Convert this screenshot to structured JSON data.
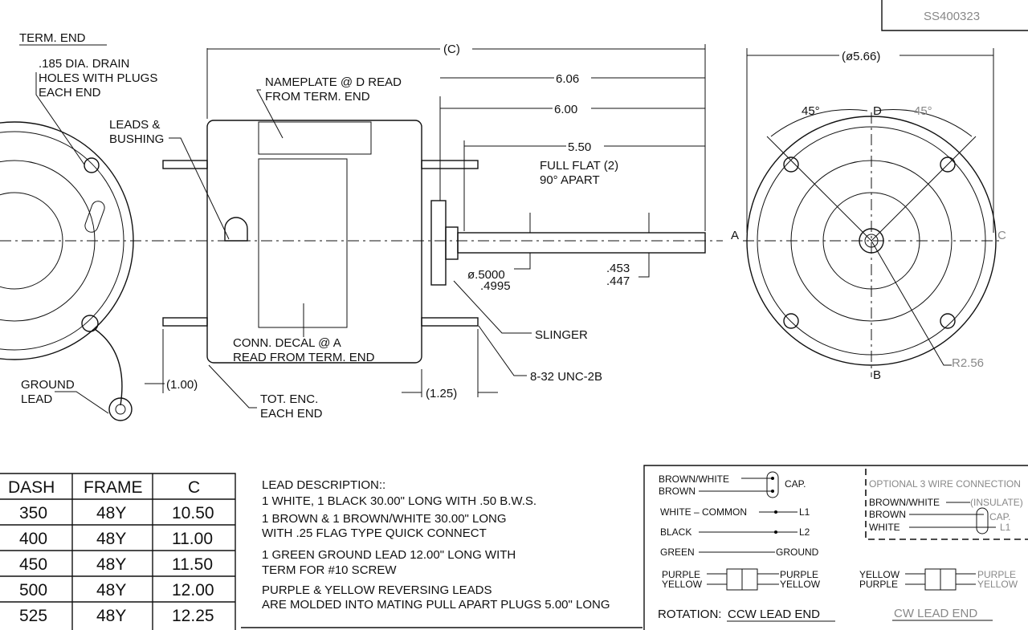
{
  "title_block": {
    "drawing_number": "SS400323"
  },
  "labels": {
    "term_end": "TERM. END",
    "drain_holes": [
      ".185 DIA. DRAIN",
      "HOLES WITH PLUGS",
      "EACH END"
    ],
    "leads_bushing": [
      "LEADS &",
      "BUSHING"
    ],
    "nameplate": [
      "NAMEPLATE @ D READ",
      "FROM TERM. END"
    ],
    "conn_decal": [
      "CONN. DECAL @ A",
      "READ FROM TERM. END"
    ],
    "full_flat": [
      "FULL FLAT (2)",
      "90° APART"
    ],
    "slinger": "SLINGER",
    "thread": "8-32 UNC-2B",
    "ground_lead": [
      "GROUND",
      "LEAD"
    ],
    "tot_enc": [
      "TOT. ENC.",
      "EACH END"
    ]
  },
  "dimensions": {
    "c": "(C)",
    "d606": "6.06",
    "d600": "6.00",
    "d550": "5.50",
    "dia_shaft": [
      "ø.5000",
      ".4995"
    ],
    "flat": [
      ".453",
      ".447"
    ],
    "d100": "(1.00)",
    "d125": "(1.25)",
    "dia566": "(ø5.66)",
    "angle1": "45°",
    "angle2": "45°",
    "r256": "R2.56",
    "axis_a": "A",
    "axis_b": "B",
    "axis_c": "C",
    "axis_d": "D"
  },
  "table": {
    "headers": [
      "DASH",
      "FRAME",
      "C"
    ],
    "rows": [
      [
        "350",
        "48Y",
        "10.50"
      ],
      [
        "400",
        "48Y",
        "11.00"
      ],
      [
        "450",
        "48Y",
        "11.50"
      ],
      [
        "500",
        "48Y",
        "12.00"
      ],
      [
        "525",
        "48Y",
        "12.25"
      ]
    ]
  },
  "lead_description": [
    "LEAD DESCRIPTION::",
    "1 WHITE, 1 BLACK 30.00\" LONG WITH .50 B.W.S.",
    "1 BROWN & 1 BROWN/WHITE 30.00\" LONG",
    "WITH .25 FLAG TYPE QUICK CONNECT",
    "1 GREEN GROUND LEAD 12.00\" LONG WITH",
    "TERM FOR #10 SCREW",
    "PURPLE & YELLOW REVERSING LEADS",
    "ARE MOLDED INTO MATING PULL APART PLUGS 5.00\" LONG"
  ],
  "wiring": {
    "brown_white": "BROWN/WHITE",
    "brown": "BROWN",
    "cap": "CAP.",
    "white_common": "WHITE  –  COMMON",
    "l1": "L1",
    "black": "BLACK",
    "l2": "L2",
    "green": "GREEN",
    "ground": "GROUND",
    "purple": "PURPLE",
    "yellow": "YELLOW",
    "rotation_label": "ROTATION:",
    "ccw": "CCW LEAD END",
    "cw": "CW LEAD END",
    "optional_title": "OPTIONAL 3 WIRE CONNECTION",
    "opt_brown_white": "BROWN/WHITE",
    "insulate": "(INSULATE)",
    "opt_brown": "BROWN",
    "opt_white": "WHITE",
    "opt_cap": "CAP.",
    "opt_l1": "L1"
  }
}
